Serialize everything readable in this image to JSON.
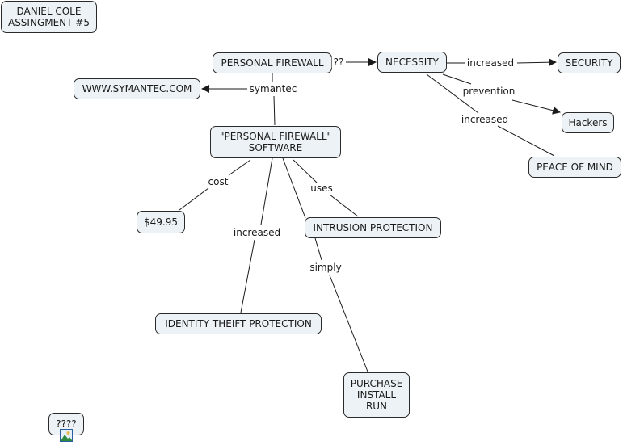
{
  "title": {
    "line1": "DANIEL COLE",
    "line2": "ASSINGMENT #5",
    "text": "DANIEL COLE\nASSINGMENT #5"
  },
  "colors": {
    "node_fill": "#ecf2f5",
    "node_border": "#2a2a2a",
    "link": "#1a1a1a",
    "background": "#ffffff"
  },
  "nodes": {
    "personal_firewall": "PERSONAL FIREWALL",
    "necessity": "NECESSITY",
    "security": "SECURITY",
    "hackers": "Hackers",
    "peace_of_mind": "PEACE OF MIND",
    "symantec_site": "WWW.SYMANTEC.COM",
    "software": "\"PERSONAL FIREWALL\"\nSOFTWARE",
    "price": "$49.95",
    "intrusion": "INTRUSION PROTECTION",
    "identity": "IDENTITY THEIFT PROTECTION",
    "purchase": "PURCHASE\nINSTALL\nRUN",
    "unknown": "????"
  },
  "links": {
    "pf_to_necessity": "??",
    "necessity_to_security": "increased",
    "necessity_to_hackers": "prevention",
    "necessity_to_peace": "increased",
    "pf_symantec": "symantec",
    "software_cost": "cost",
    "software_increased": "increased",
    "software_uses": "uses",
    "intrusion_simply": "simply"
  },
  "icons": {
    "image_attachment": "image-icon"
  }
}
